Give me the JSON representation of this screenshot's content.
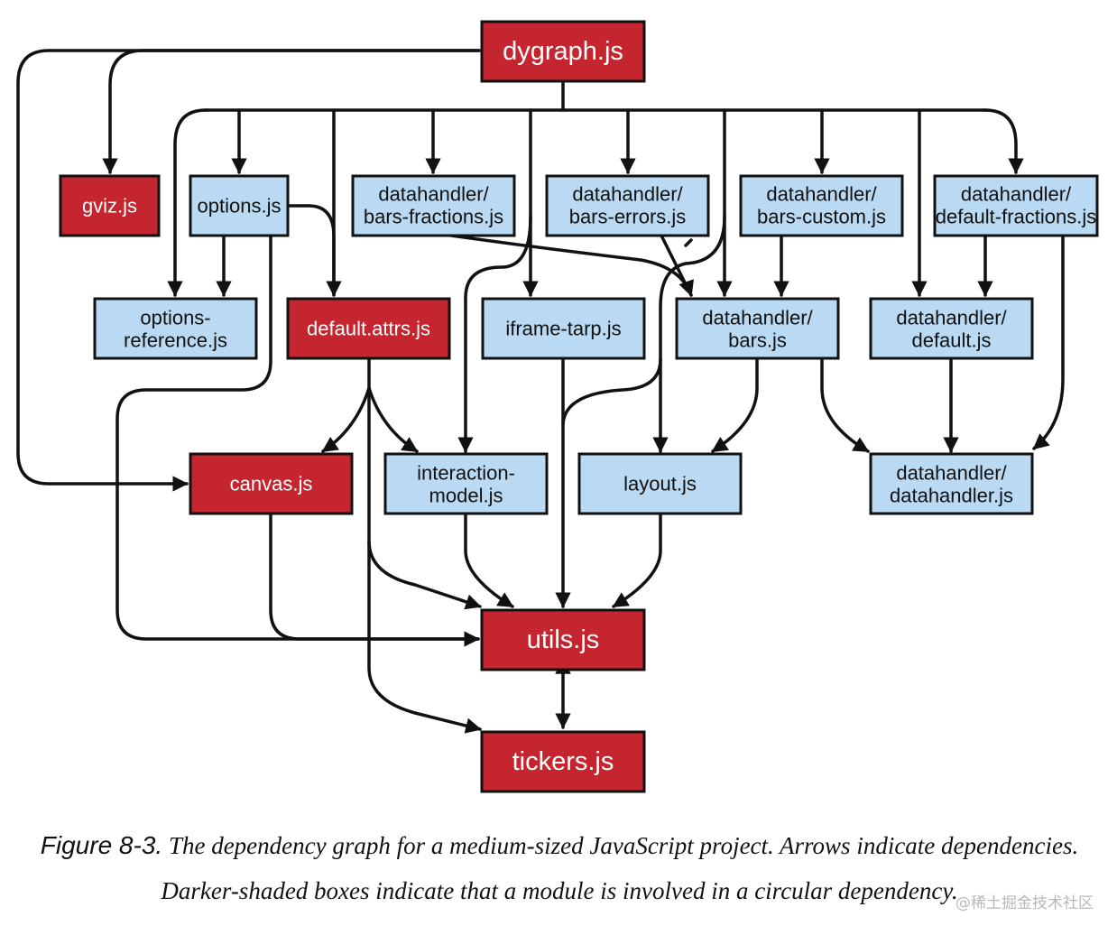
{
  "nodes": {
    "dygraph": "dygraph.js",
    "gviz": "gviz.js",
    "options": "options.js",
    "dh_bars_fractions": [
      "datahandler/",
      "bars-fractions.js"
    ],
    "dh_bars_errors": [
      "datahandler/",
      "bars-errors.js"
    ],
    "dh_bars_custom": [
      "datahandler/",
      "bars-custom.js"
    ],
    "dh_default_fractions": [
      "datahandler/",
      "default-fractions.js"
    ],
    "options_reference": [
      "options-",
      "reference.js"
    ],
    "default_attrs": "default.attrs.js",
    "iframe_tarp": "iframe-tarp.js",
    "dh_bars": [
      "datahandler/",
      "bars.js"
    ],
    "dh_default": [
      "datahandler/",
      "default.js"
    ],
    "canvas": "canvas.js",
    "interaction_model": [
      "interaction-",
      "model.js"
    ],
    "layout": "layout.js",
    "dh_datahandler": [
      "datahandler/",
      "datahandler.js"
    ],
    "utils": "utils.js",
    "tickers": "tickers.js"
  },
  "caption": {
    "label": "Figure 8-3.",
    "text": " The dependency graph for a medium-sized JavaScript project. Arrows indicate dependencies. Darker-shaded boxes indicate that a module is involved in a circular dependency."
  },
  "watermark": "@稀土掘金技术社区",
  "colors": {
    "circular": "#c4252f",
    "normal": "#b9daf2",
    "stroke": "#111111"
  }
}
